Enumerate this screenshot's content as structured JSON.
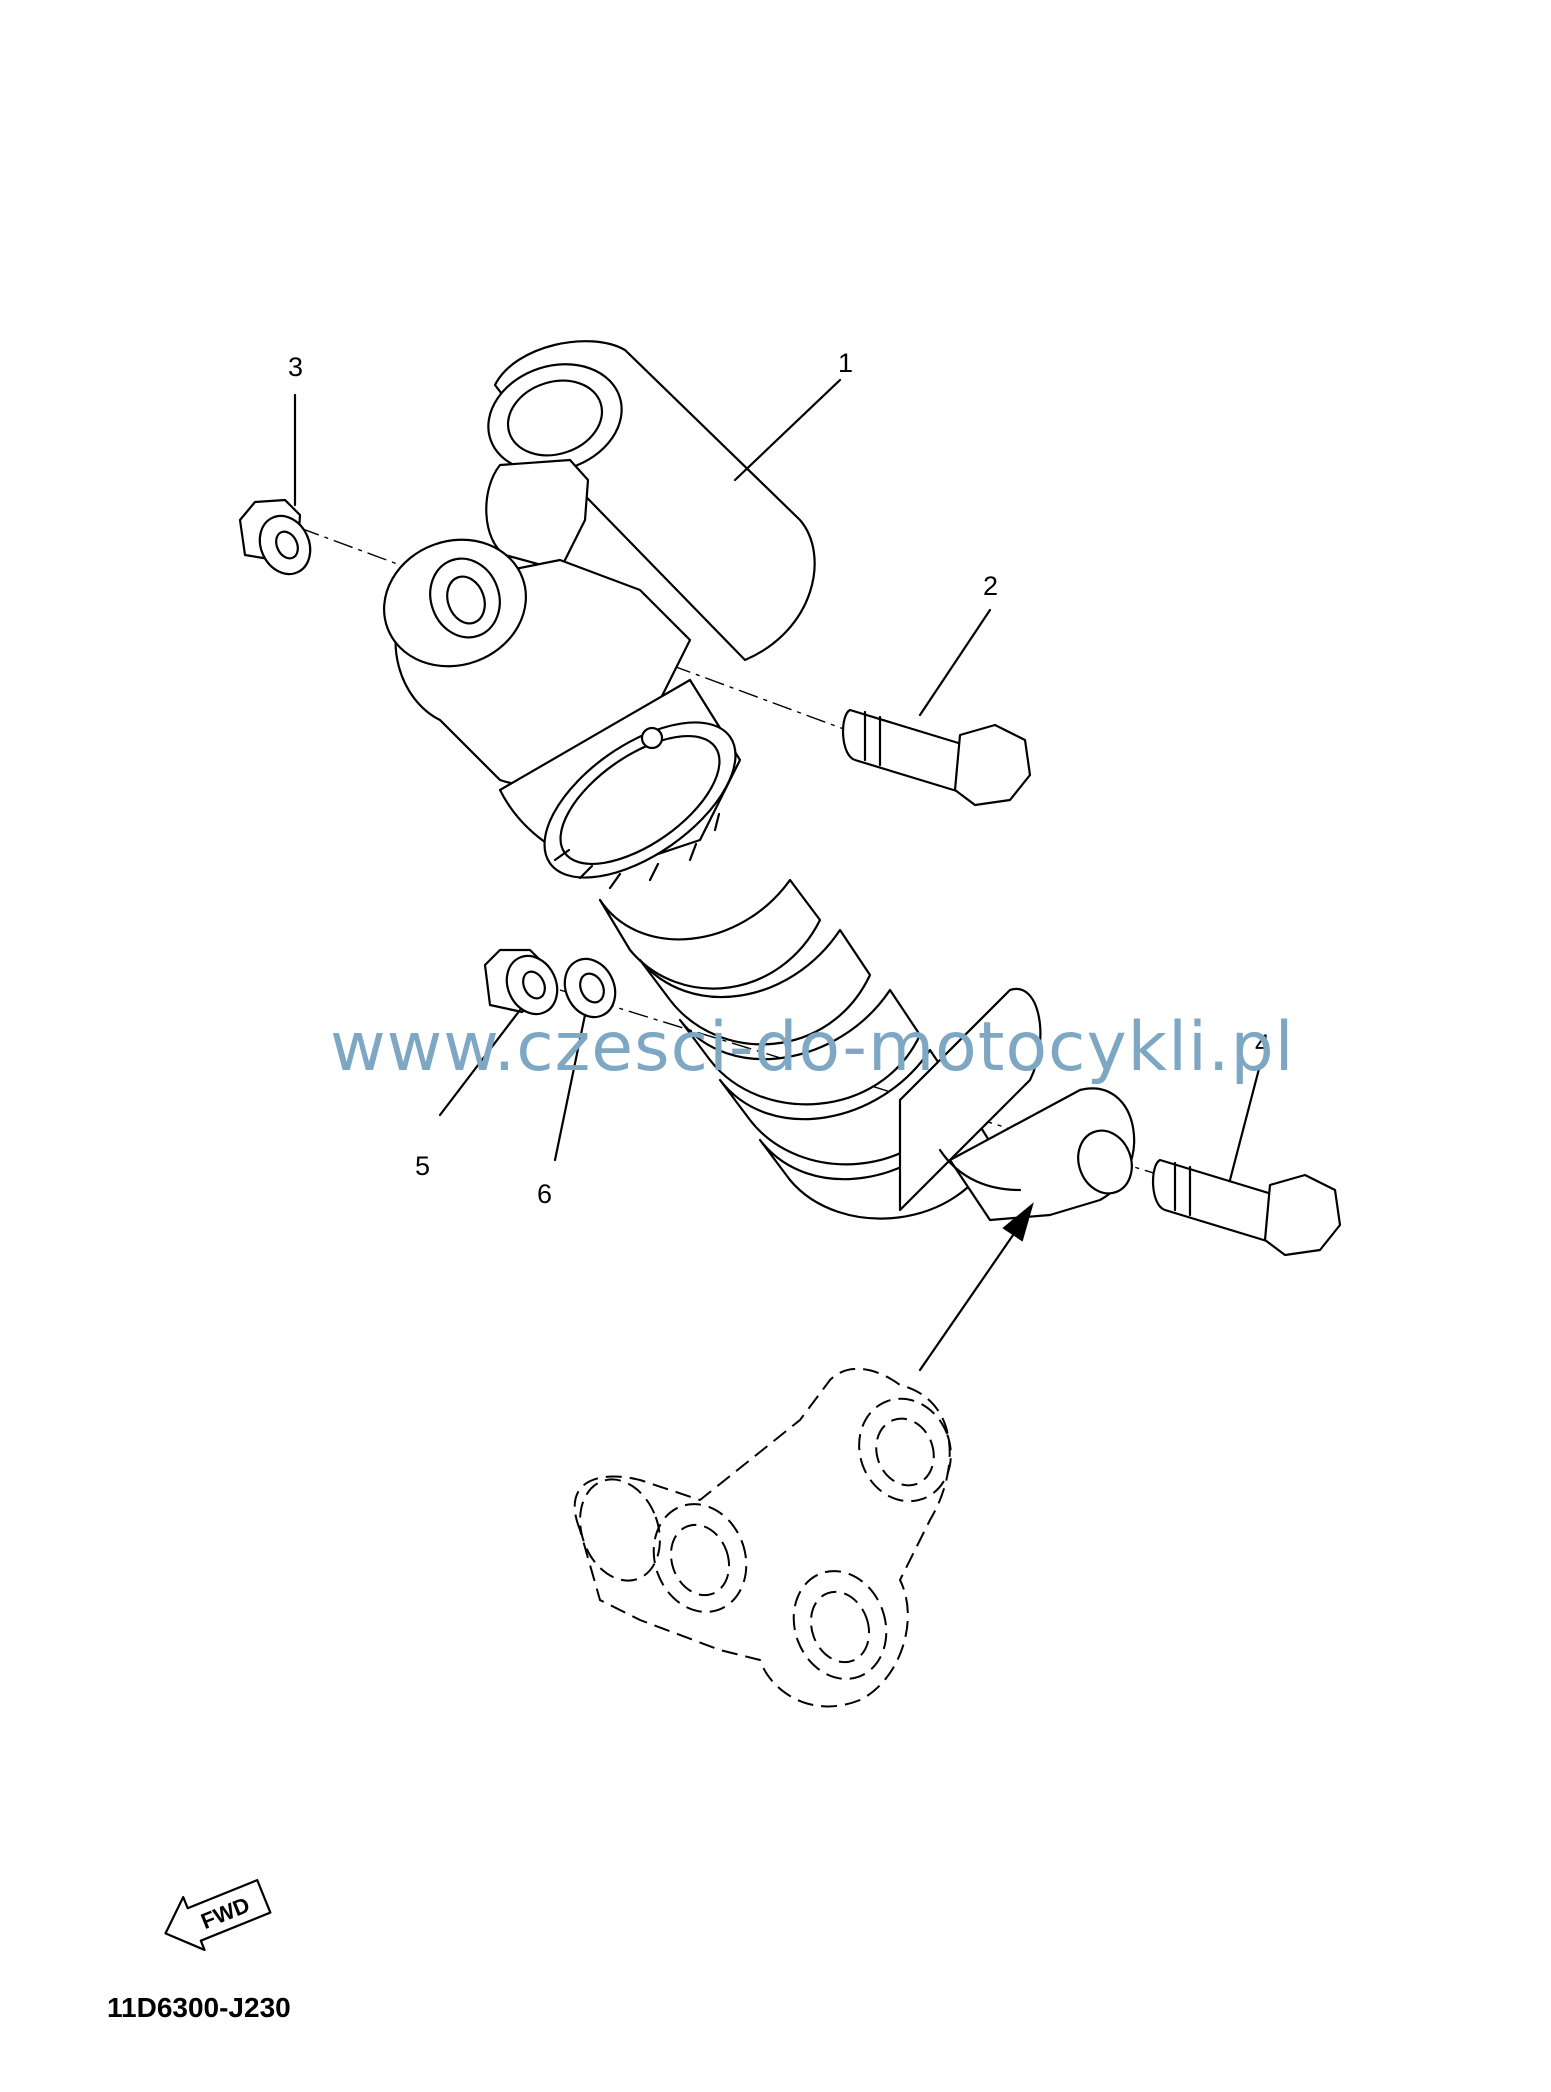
{
  "diagram": {
    "part_code": "11D6300-J230",
    "watermark": "www.czesci-do-motocykli.pl",
    "direction_label": "FWD",
    "callouts": [
      {
        "id": "1",
        "label": "1"
      },
      {
        "id": "2",
        "label": "2"
      },
      {
        "id": "3",
        "label": "3"
      },
      {
        "id": "4",
        "label": "4"
      },
      {
        "id": "5",
        "label": "5"
      },
      {
        "id": "6",
        "label": "6"
      }
    ]
  }
}
